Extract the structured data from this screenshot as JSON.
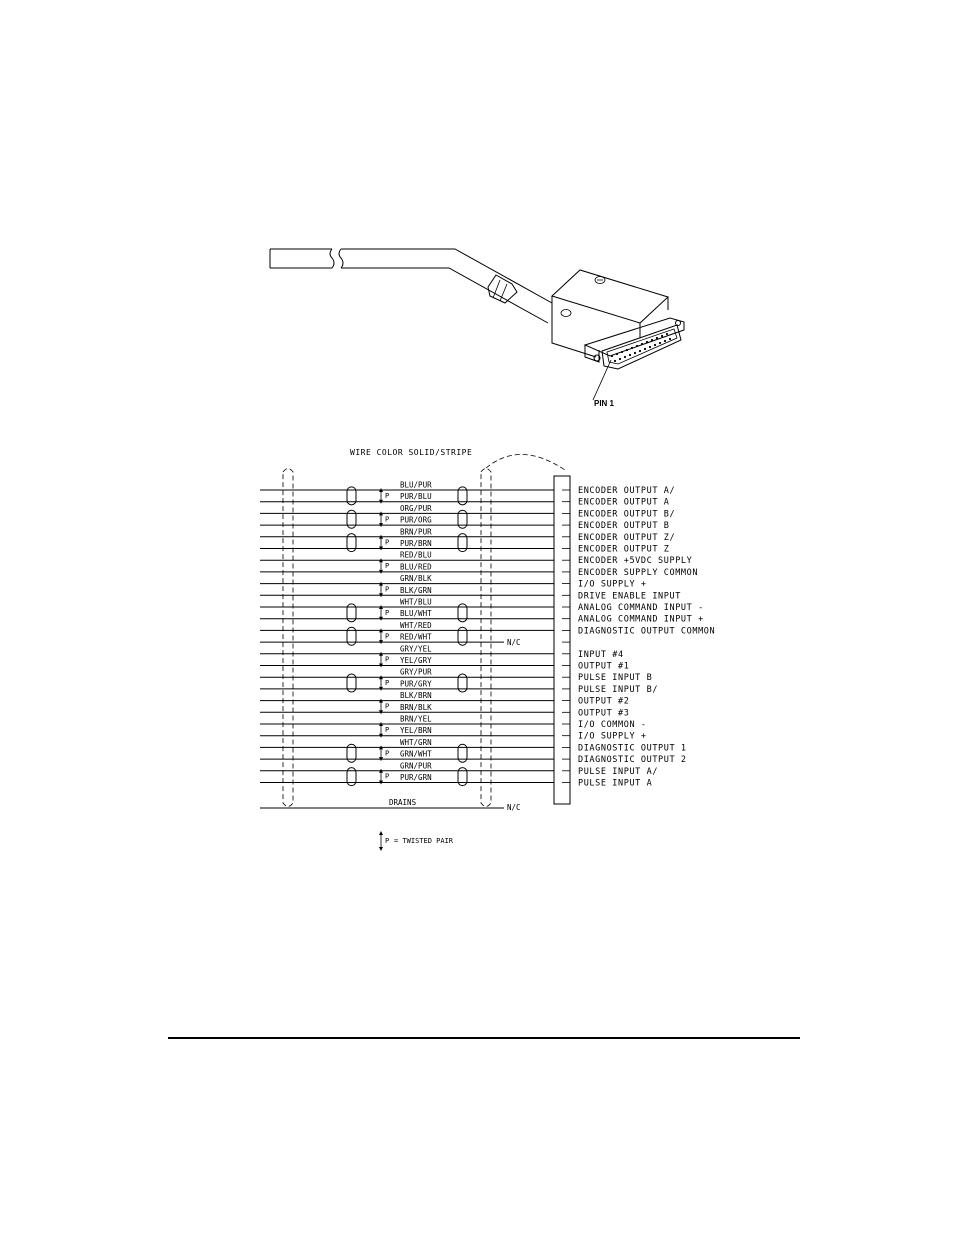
{
  "connector_figure": {
    "pin_label": "PIN 1"
  },
  "wiring_diagram": {
    "header": "WIRE COLOR SOLID/STRIPE",
    "rows": [
      {
        "wire": "BLU/PUR",
        "signal": "ENCODER OUTPUT A/"
      },
      {
        "wire": "PUR/BLU",
        "signal": "ENCODER OUTPUT A"
      },
      {
        "wire": "ORG/PUR",
        "signal": "ENCODER OUTPUT B/"
      },
      {
        "wire": "PUR/ORG",
        "signal": "ENCODER OUTPUT B"
      },
      {
        "wire": "BRN/PUR",
        "signal": "ENCODER OUTPUT Z/"
      },
      {
        "wire": "PUR/BRN",
        "signal": "ENCODER OUTPUT Z"
      },
      {
        "wire": "RED/BLU",
        "signal": "ENCODER +5VDC SUPPLY"
      },
      {
        "wire": "BLU/RED",
        "signal": "ENCODER SUPPLY COMMON"
      },
      {
        "wire": "GRN/BLK",
        "signal": "I/O SUPPLY +"
      },
      {
        "wire": "BLK/GRN",
        "signal": "DRIVE ENABLE INPUT"
      },
      {
        "wire": "WHT/BLU",
        "signal": "ANALOG COMMAND INPUT -"
      },
      {
        "wire": "BLU/WHT",
        "signal": "ANALOG COMMAND INPUT +"
      },
      {
        "wire": "WHT/RED",
        "signal": "DIAGNOSTIC OUTPUT COMMON"
      },
      {
        "wire": "RED/WHT",
        "signal": "",
        "nc": "N/C"
      },
      {
        "wire": "GRY/YEL",
        "signal": "INPUT #4"
      },
      {
        "wire": "YEL/GRY",
        "signal": "OUTPUT #1"
      },
      {
        "wire": "GRY/PUR",
        "signal": "PULSE INPUT B"
      },
      {
        "wire": "PUR/GRY",
        "signal": "PULSE INPUT B/"
      },
      {
        "wire": "BLK/BRN",
        "signal": "OUTPUT #2"
      },
      {
        "wire": "BRN/BLK",
        "signal": "OUTPUT #3"
      },
      {
        "wire": "BRN/YEL",
        "signal": "I/O COMMON -"
      },
      {
        "wire": "YEL/BRN",
        "signal": "I/O SUPPLY +"
      },
      {
        "wire": "WHT/GRN",
        "signal": "DIAGNOSTIC OUTPUT 1"
      },
      {
        "wire": "GRN/WHT",
        "signal": "DIAGNOSTIC OUTPUT 2"
      },
      {
        "wire": "GRN/PUR",
        "signal": "PULSE INPUT A/"
      },
      {
        "wire": "PUR/GRN",
        "signal": "PULSE INPUT A"
      }
    ],
    "pair_marker": "P",
    "drains_label": "DRAINS",
    "drains_nc": "N/C",
    "legend": {
      "marker": "P",
      "text": "= TWISTED PAIR"
    }
  }
}
